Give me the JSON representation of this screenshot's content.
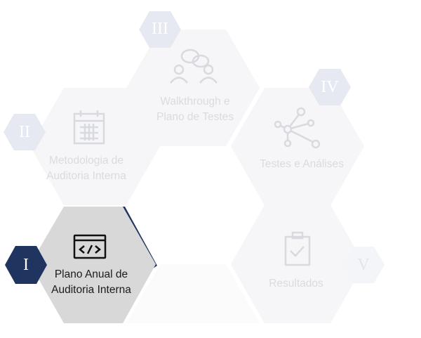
{
  "stages": [
    {
      "numeral": "I",
      "label": "Plano Anual de\nAuditoria Interna",
      "icon": "code-window-icon",
      "active": true
    },
    {
      "numeral": "II",
      "label": "Metodologia de\nAuditoria Interna",
      "icon": "calendar-icon",
      "active": false
    },
    {
      "numeral": "III",
      "label": "Walkthrough e\nPlano de Testes",
      "icon": "people-chat-icon",
      "active": false
    },
    {
      "numeral": "IV",
      "label": "Testes e Análises",
      "icon": "network-nodes-icon",
      "active": false
    },
    {
      "numeral": "V",
      "label": "Resultados",
      "icon": "clipboard-check-icon",
      "active": false
    }
  ],
  "colors": {
    "navy": "#1f3560",
    "active_hex": "#d8d8d8",
    "faded_hex": "#f6f6f8",
    "faded_badge": "#e6e9f2",
    "faded_icon": "#d8dae0",
    "faded_accent": "#e9ecf4"
  }
}
